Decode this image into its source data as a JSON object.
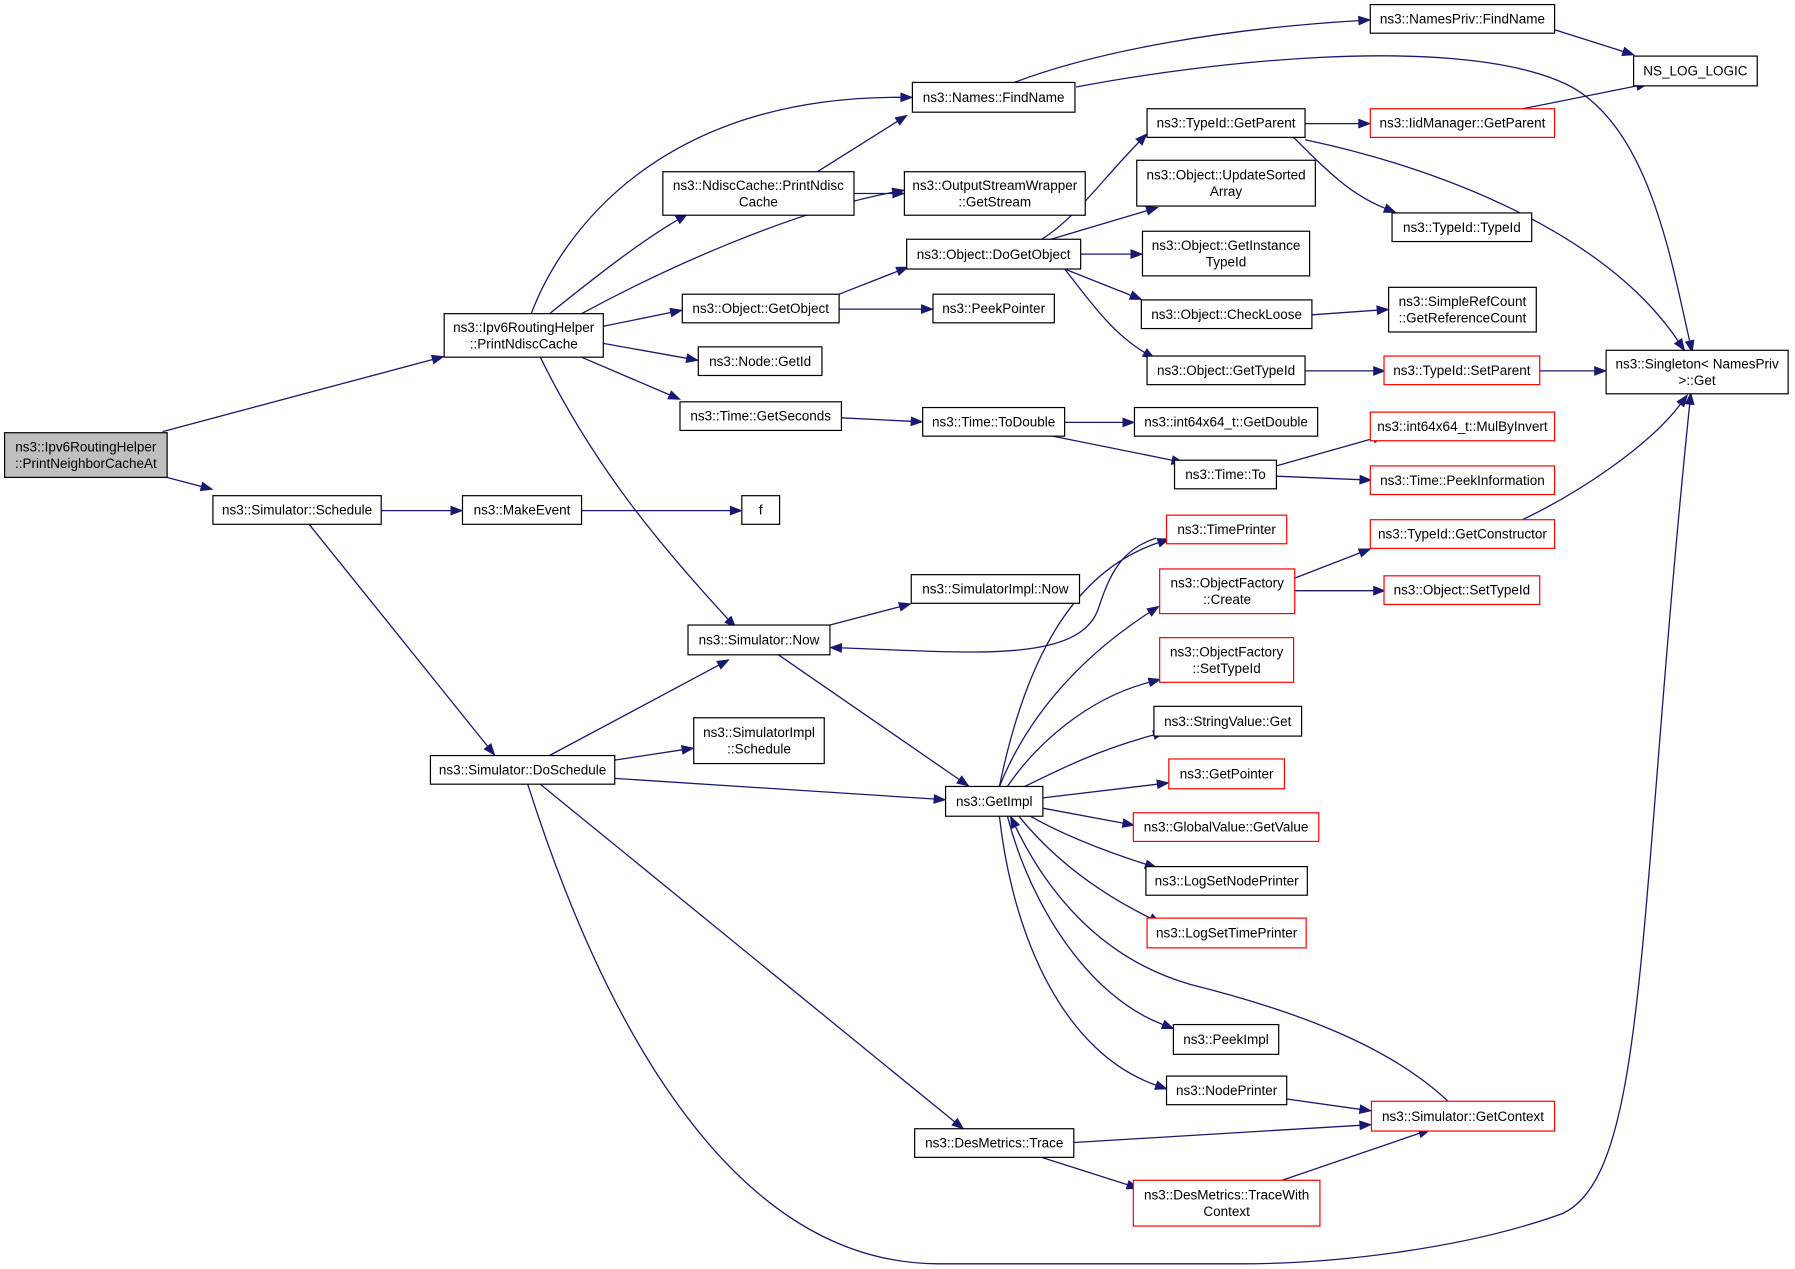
{
  "colors": {
    "edge": "#191970",
    "normal_border": "#000000",
    "missing_border": "#ff0000",
    "root_fill": "#bfbfbf"
  },
  "nodes": [
    {
      "id": "root",
      "lines": [
        "ns3::Ipv6RoutingHelper",
        "::PrintNeighborCacheAt"
      ],
      "style": "root"
    },
    {
      "id": "printNdisc",
      "lines": [
        "ns3::Ipv6RoutingHelper",
        "::PrintNdiscCache"
      ],
      "style": "normal"
    },
    {
      "id": "schedule",
      "lines": [
        "ns3::Simulator::Schedule"
      ],
      "style": "normal"
    },
    {
      "id": "makeEvent",
      "lines": [
        "ns3::MakeEvent"
      ],
      "style": "normal"
    },
    {
      "id": "f",
      "lines": [
        "f"
      ],
      "style": "normal"
    },
    {
      "id": "doSchedule",
      "lines": [
        "ns3::Simulator::DoSchedule"
      ],
      "style": "normal"
    },
    {
      "id": "namesFind",
      "lines": [
        "ns3::Names::FindName"
      ],
      "style": "normal"
    },
    {
      "id": "namesPrivFind",
      "lines": [
        "ns3::NamesPriv::FindName"
      ],
      "style": "normal"
    },
    {
      "id": "nsLogLogic",
      "lines": [
        "NS_LOG_LOGIC"
      ],
      "style": "normal"
    },
    {
      "id": "singletonGet",
      "lines": [
        "ns3::Singleton< NamesPriv",
        ">::Get"
      ],
      "style": "normal"
    },
    {
      "id": "ndiscPrint",
      "lines": [
        "ns3::NdiscCache::PrintNdisc",
        "Cache"
      ],
      "style": "normal"
    },
    {
      "id": "oswGetStream",
      "lines": [
        "ns3::OutputStreamWrapper",
        "::GetStream"
      ],
      "style": "normal"
    },
    {
      "id": "typeIdGetParent",
      "lines": [
        "ns3::TypeId::GetParent"
      ],
      "style": "normal"
    },
    {
      "id": "iidGetParent",
      "lines": [
        "ns3::IidManager::GetParent"
      ],
      "style": "missing"
    },
    {
      "id": "typeIdTypeId",
      "lines": [
        "ns3::TypeId::TypeId"
      ],
      "style": "normal"
    },
    {
      "id": "updateSorted",
      "lines": [
        "ns3::Object::UpdateSorted",
        "Array"
      ],
      "style": "normal"
    },
    {
      "id": "doGetObject",
      "lines": [
        "ns3::Object::DoGetObject"
      ],
      "style": "normal"
    },
    {
      "id": "getInstance",
      "lines": [
        "ns3::Object::GetInstance",
        "TypeId"
      ],
      "style": "normal"
    },
    {
      "id": "getObject",
      "lines": [
        "ns3::Object::GetObject"
      ],
      "style": "normal"
    },
    {
      "id": "peekPointer",
      "lines": [
        "ns3::PeekPointer"
      ],
      "style": "normal"
    },
    {
      "id": "checkLoose",
      "lines": [
        "ns3::Object::CheckLoose"
      ],
      "style": "normal"
    },
    {
      "id": "simpleRef",
      "lines": [
        "ns3::SimpleRefCount",
        "::GetReferenceCount"
      ],
      "style": "normal"
    },
    {
      "id": "nodeGetId",
      "lines": [
        "ns3::Node::GetId"
      ],
      "style": "normal"
    },
    {
      "id": "objGetTypeId",
      "lines": [
        "ns3::Object::GetTypeId"
      ],
      "style": "normal"
    },
    {
      "id": "setParent",
      "lines": [
        "ns3::TypeId::SetParent"
      ],
      "style": "missing"
    },
    {
      "id": "getSeconds",
      "lines": [
        "ns3::Time::GetSeconds"
      ],
      "style": "normal"
    },
    {
      "id": "toDouble",
      "lines": [
        "ns3::Time::ToDouble"
      ],
      "style": "normal"
    },
    {
      "id": "int64GetDouble",
      "lines": [
        "ns3::int64x64_t::GetDouble"
      ],
      "style": "normal"
    },
    {
      "id": "mulByInvert",
      "lines": [
        "ns3::int64x64_t::MulByInvert"
      ],
      "style": "missing"
    },
    {
      "id": "timeTo",
      "lines": [
        "ns3::Time::To"
      ],
      "style": "normal"
    },
    {
      "id": "peekInfo",
      "lines": [
        "ns3::Time::PeekInformation"
      ],
      "style": "missing"
    },
    {
      "id": "timePrinter",
      "lines": [
        "ns3::TimePrinter"
      ],
      "style": "missing"
    },
    {
      "id": "getConstructor",
      "lines": [
        "ns3::TypeId::GetConstructor"
      ],
      "style": "missing"
    },
    {
      "id": "ofCreate",
      "lines": [
        "ns3::ObjectFactory",
        "::Create"
      ],
      "style": "missing"
    },
    {
      "id": "setTypeIdObj",
      "lines": [
        "ns3::Object::SetTypeId"
      ],
      "style": "missing"
    },
    {
      "id": "simImplNow",
      "lines": [
        "ns3::SimulatorImpl::Now"
      ],
      "style": "normal"
    },
    {
      "id": "simNow",
      "lines": [
        "ns3::Simulator::Now"
      ],
      "style": "normal"
    },
    {
      "id": "ofSetTypeId",
      "lines": [
        "ns3::ObjectFactory",
        "::SetTypeId"
      ],
      "style": "missing"
    },
    {
      "id": "simImplSchedule",
      "lines": [
        "ns3::SimulatorImpl",
        "::Schedule"
      ],
      "style": "normal"
    },
    {
      "id": "stringValueGet",
      "lines": [
        "ns3::StringValue::Get"
      ],
      "style": "normal"
    },
    {
      "id": "getPointer",
      "lines": [
        "ns3::GetPointer"
      ],
      "style": "missing"
    },
    {
      "id": "getImpl",
      "lines": [
        "ns3::GetImpl"
      ],
      "style": "normal"
    },
    {
      "id": "globalGetValue",
      "lines": [
        "ns3::GlobalValue::GetValue"
      ],
      "style": "missing"
    },
    {
      "id": "logSetNode",
      "lines": [
        "ns3::LogSetNodePrinter"
      ],
      "style": "normal"
    },
    {
      "id": "logSetTime",
      "lines": [
        "ns3::LogSetTimePrinter"
      ],
      "style": "missing"
    },
    {
      "id": "peekImpl",
      "lines": [
        "ns3::PeekImpl"
      ],
      "style": "normal"
    },
    {
      "id": "nodePrinter",
      "lines": [
        "ns3::NodePrinter"
      ],
      "style": "normal"
    },
    {
      "id": "getContext",
      "lines": [
        "ns3::Simulator::GetContext"
      ],
      "style": "missing"
    },
    {
      "id": "desTrace",
      "lines": [
        "ns3::DesMetrics::Trace"
      ],
      "style": "normal"
    },
    {
      "id": "traceWith",
      "lines": [
        "ns3::DesMetrics::TraceWith",
        "Context"
      ],
      "style": "missing"
    }
  ]
}
